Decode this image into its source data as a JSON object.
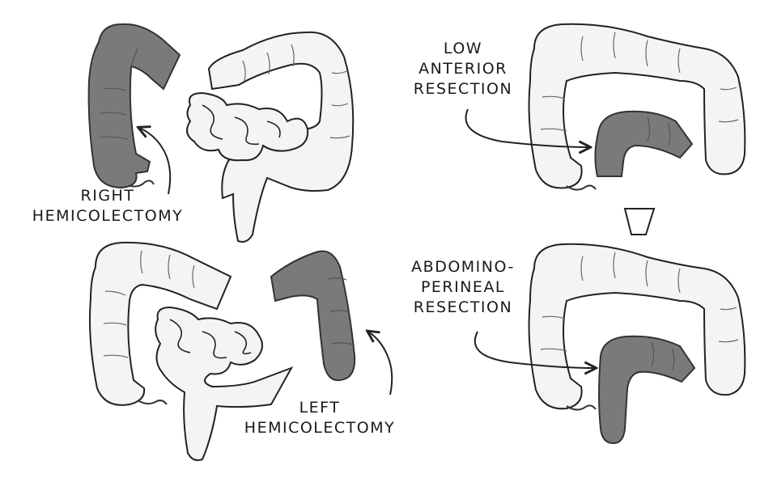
{
  "labels": {
    "right_hemicolectomy": [
      "RIGHT",
      "HEMICOLECTOMY"
    ],
    "left_hemicolectomy": [
      "LEFT",
      "HEMICOLECTOMY"
    ],
    "low_anterior_resection": [
      "LOW",
      "ANTERIOR",
      "RESECTION"
    ],
    "abdomino_perineal_resection": [
      "ABDOMINO-",
      "PERINEAL",
      "RESECTION"
    ]
  },
  "colors": {
    "resected": "#7a7a7a",
    "resected_stroke": "#333333",
    "bowel": "#f4f4f4",
    "outline": "#222222"
  }
}
